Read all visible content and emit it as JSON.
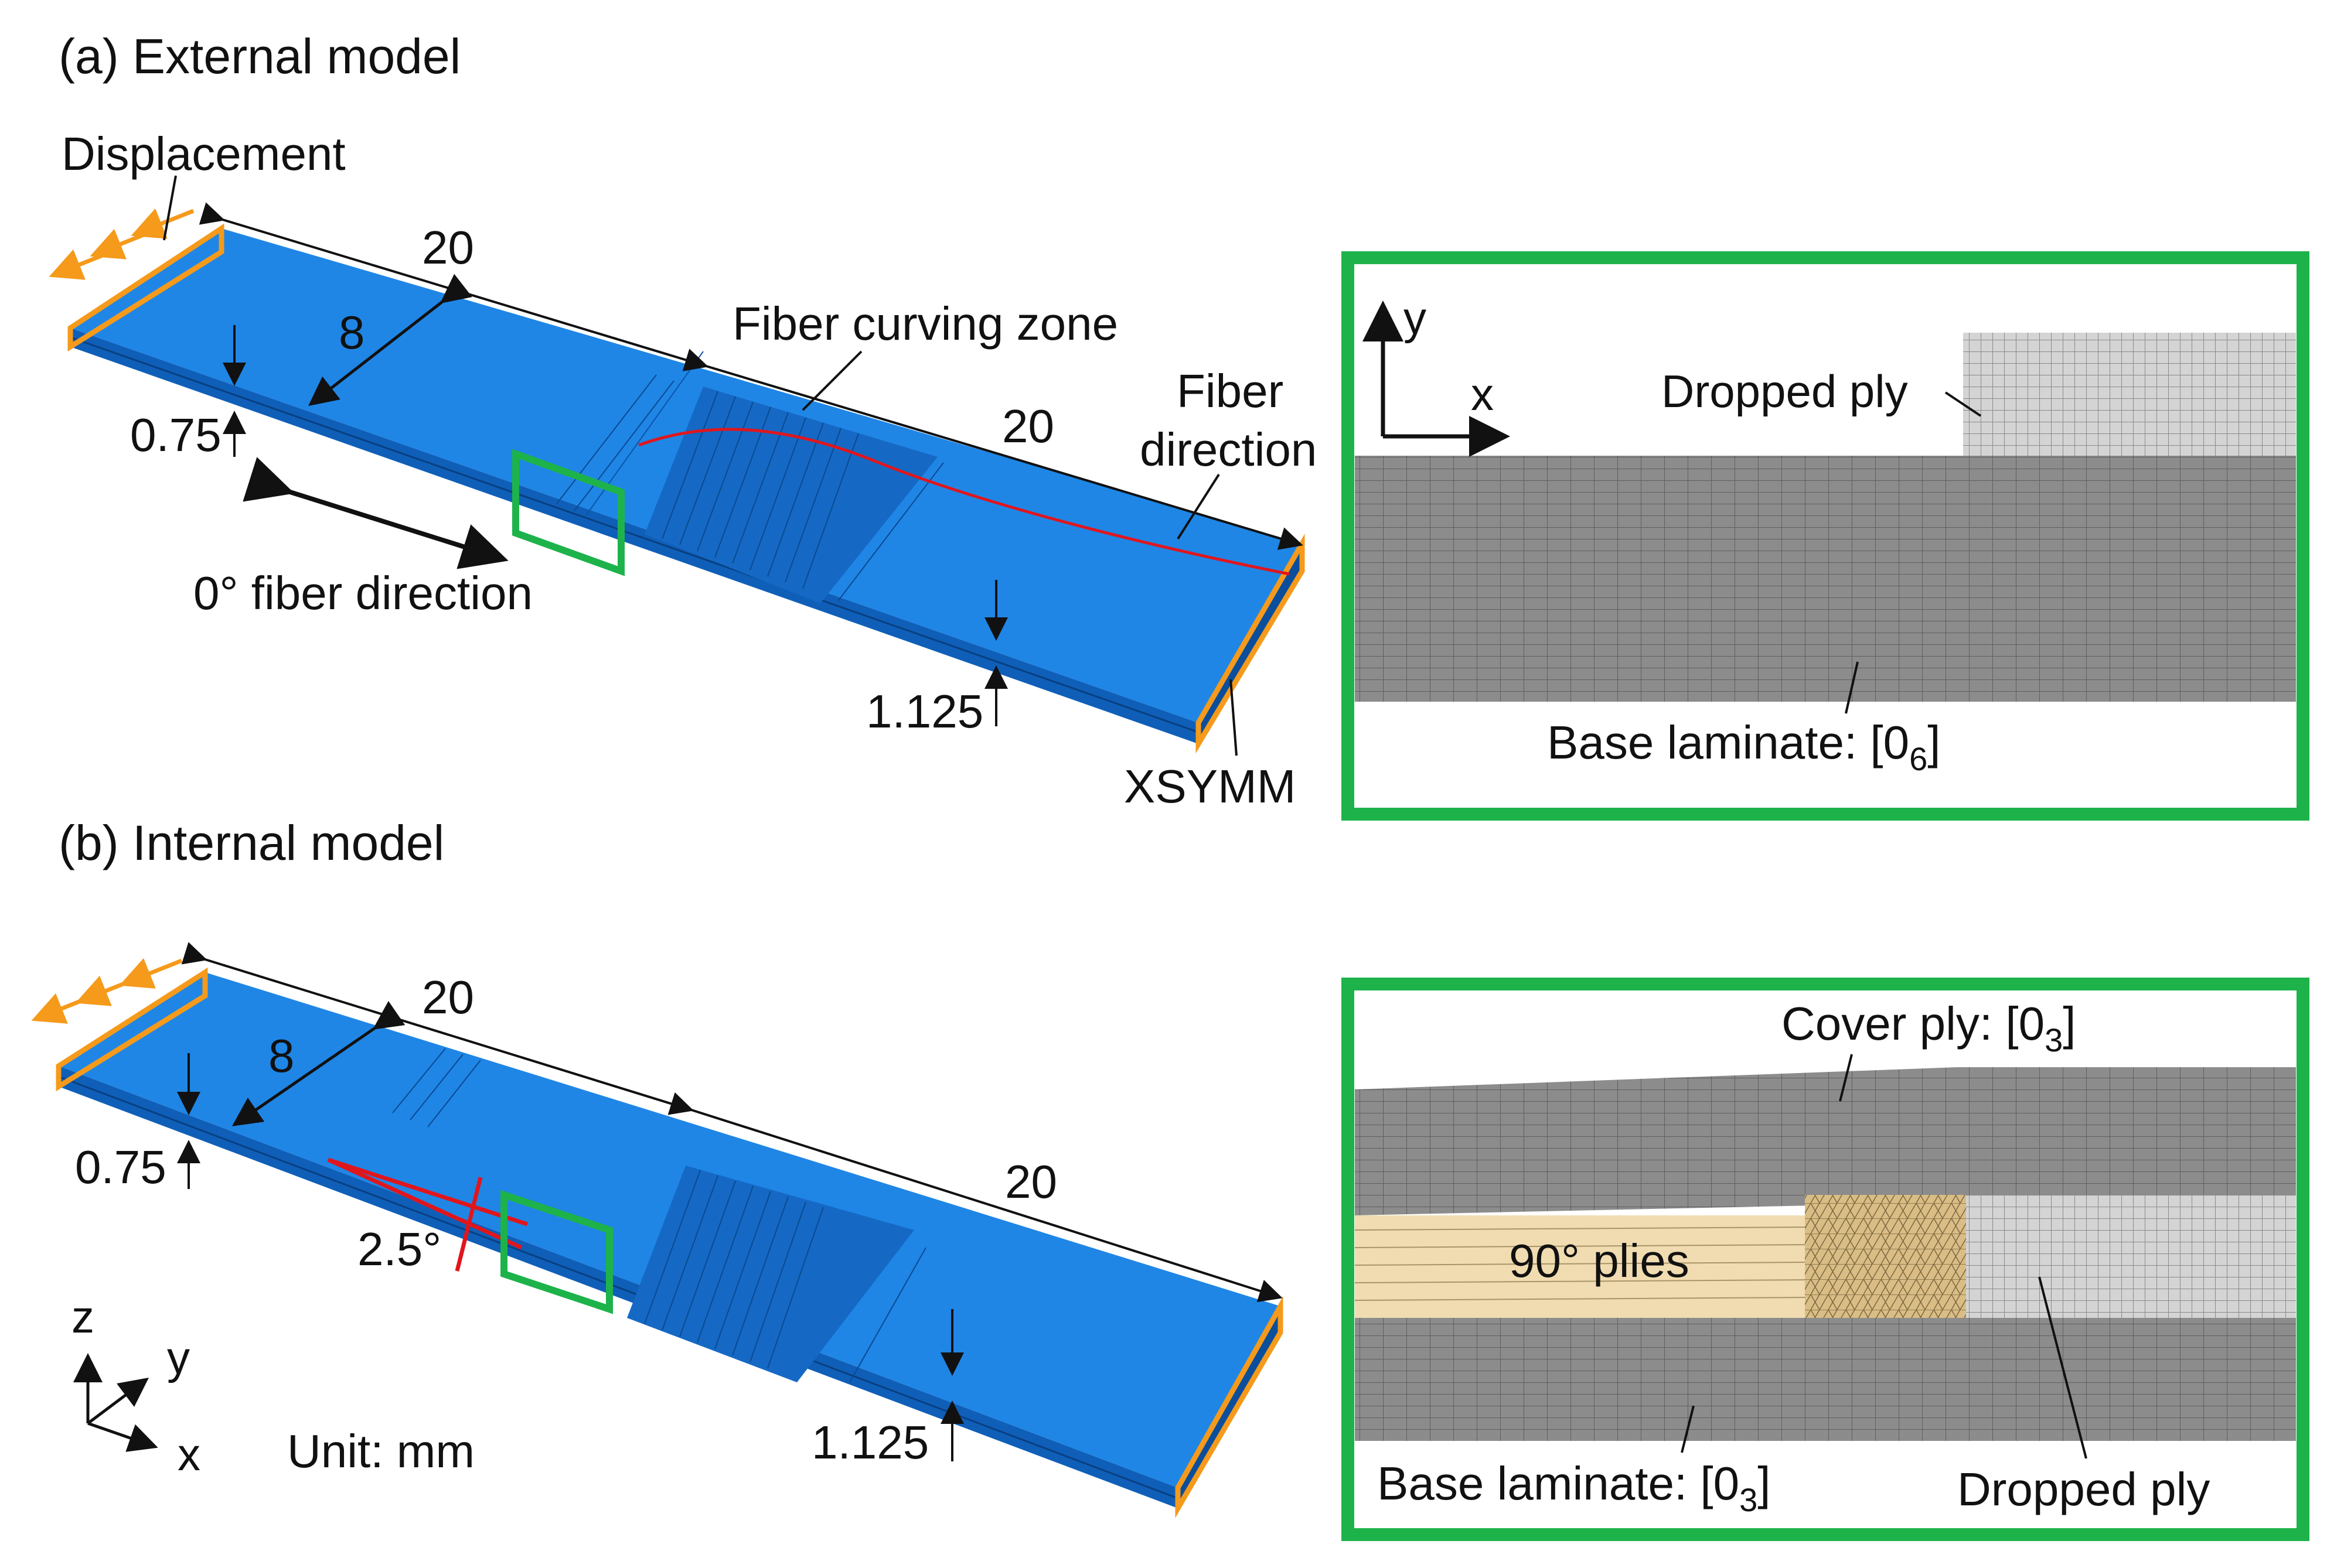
{
  "panel_a": {
    "title": "(a) External model",
    "displacement": "Displacement",
    "dim_length_left": "20",
    "dim_length_right": "20",
    "dim_width": "8",
    "dim_thin": "0.75",
    "dim_thick": "1.125",
    "fiber_curving_zone": "Fiber curving zone",
    "fiber_direction_l1": "Fiber",
    "fiber_direction_l2": "direction",
    "zero_fiber_direction": "0° fiber direction",
    "xsymm": "XSYMM"
  },
  "inset_a": {
    "axis_y": "y",
    "axis_x": "x",
    "dropped_ply": "Dropped ply",
    "base_laminate": "Base laminate: [0",
    "base_sub": "6",
    "close": "]"
  },
  "panel_b": {
    "title": "(b) Internal model",
    "dim_length_left": "20",
    "dim_length_right": "20",
    "dim_width": "8",
    "dim_thin": "0.75",
    "dim_thick": "1.125",
    "angle": "2.5°",
    "axis_z": "z",
    "axis_y": "y",
    "axis_x": "x",
    "unit": "Unit: mm"
  },
  "inset_b": {
    "cover_ply": "Cover ply: [0",
    "cover_sub": "3",
    "plies_90": "90° plies",
    "base_laminate": "Base laminate: [0",
    "base_sub": "3",
    "close": "]",
    "dropped_ply": "Dropped ply"
  },
  "colors": {
    "plate_top": "#1f86e6",
    "plate_side": "#0f5fb8",
    "highlight_frame": "#1db34a",
    "boundary": "#f59a1b",
    "fiber_line": "#e0161d",
    "mesh_gray": "#8c8c8c",
    "mesh_light": "#d8d8d8",
    "ply_90": "#f0dcb0"
  }
}
